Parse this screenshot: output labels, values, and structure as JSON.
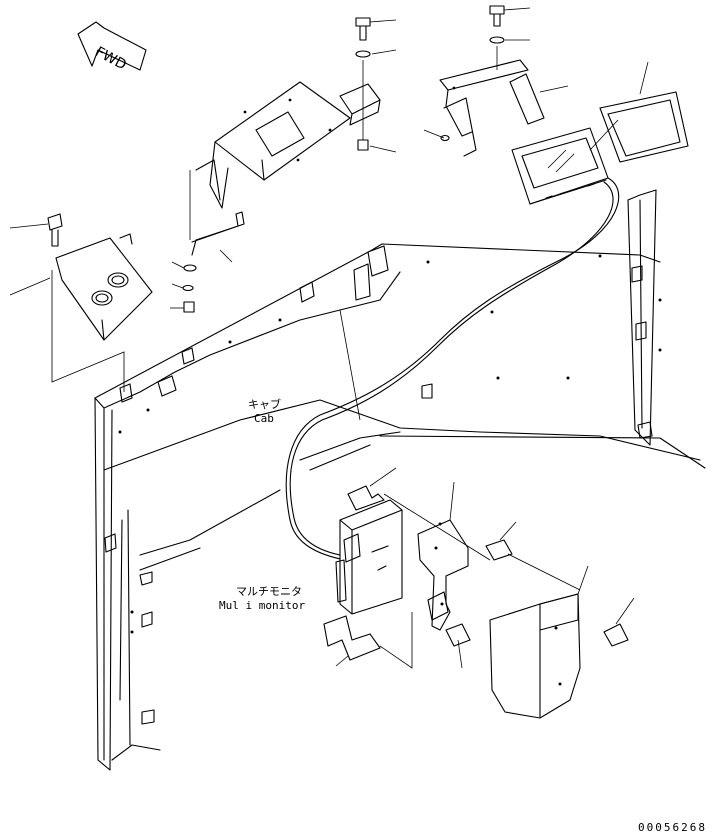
{
  "direction_arrow": {
    "label": "FWD"
  },
  "cab_label": {
    "jp": "キャブ",
    "en": "Cab"
  },
  "monitor_label": {
    "jp": "マルチモニタ",
    "en": "Mul i monitor"
  },
  "drawing_number": "00056268",
  "colors": {
    "line": "#000000",
    "background": "#ffffff"
  }
}
